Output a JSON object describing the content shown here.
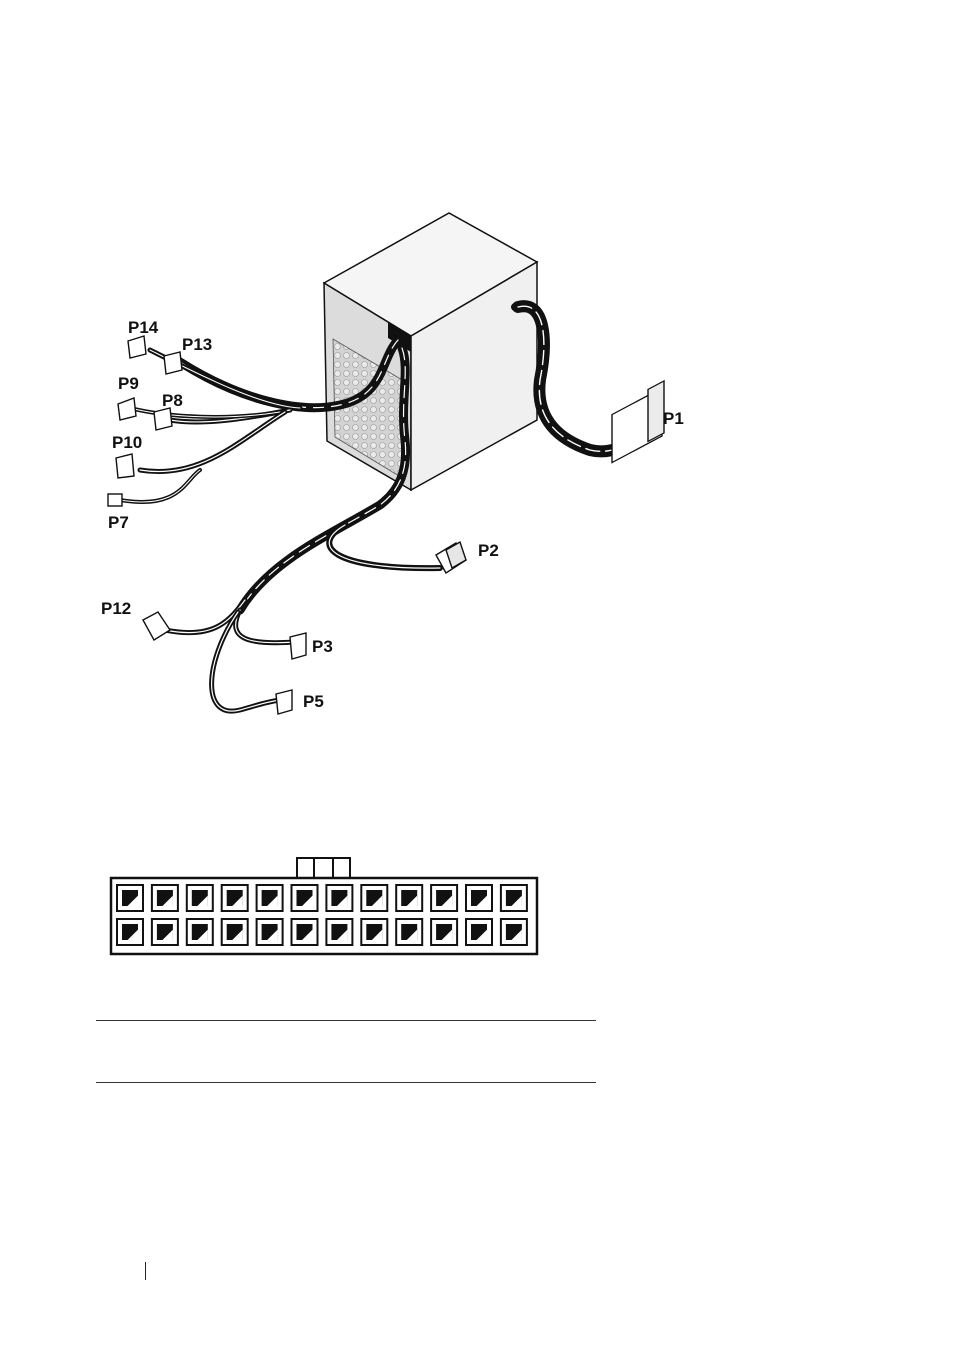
{
  "figure": {
    "connector_labels": {
      "p1": "P1",
      "p2": "P2",
      "p3": "P3",
      "p5": "P5",
      "p7": "P7",
      "p8": "P8",
      "p9": "P9",
      "p10": "P10",
      "p12": "P12",
      "p13": "P13",
      "p14": "P14"
    }
  },
  "pinout": {
    "rows": 2,
    "pins_per_row": 12
  },
  "colors": {
    "line": "#111111",
    "psu_side_shade": "#d9d9d9",
    "psu_top_shade": "#f4f4f4",
    "vent_shade": "#cfcfcf"
  }
}
